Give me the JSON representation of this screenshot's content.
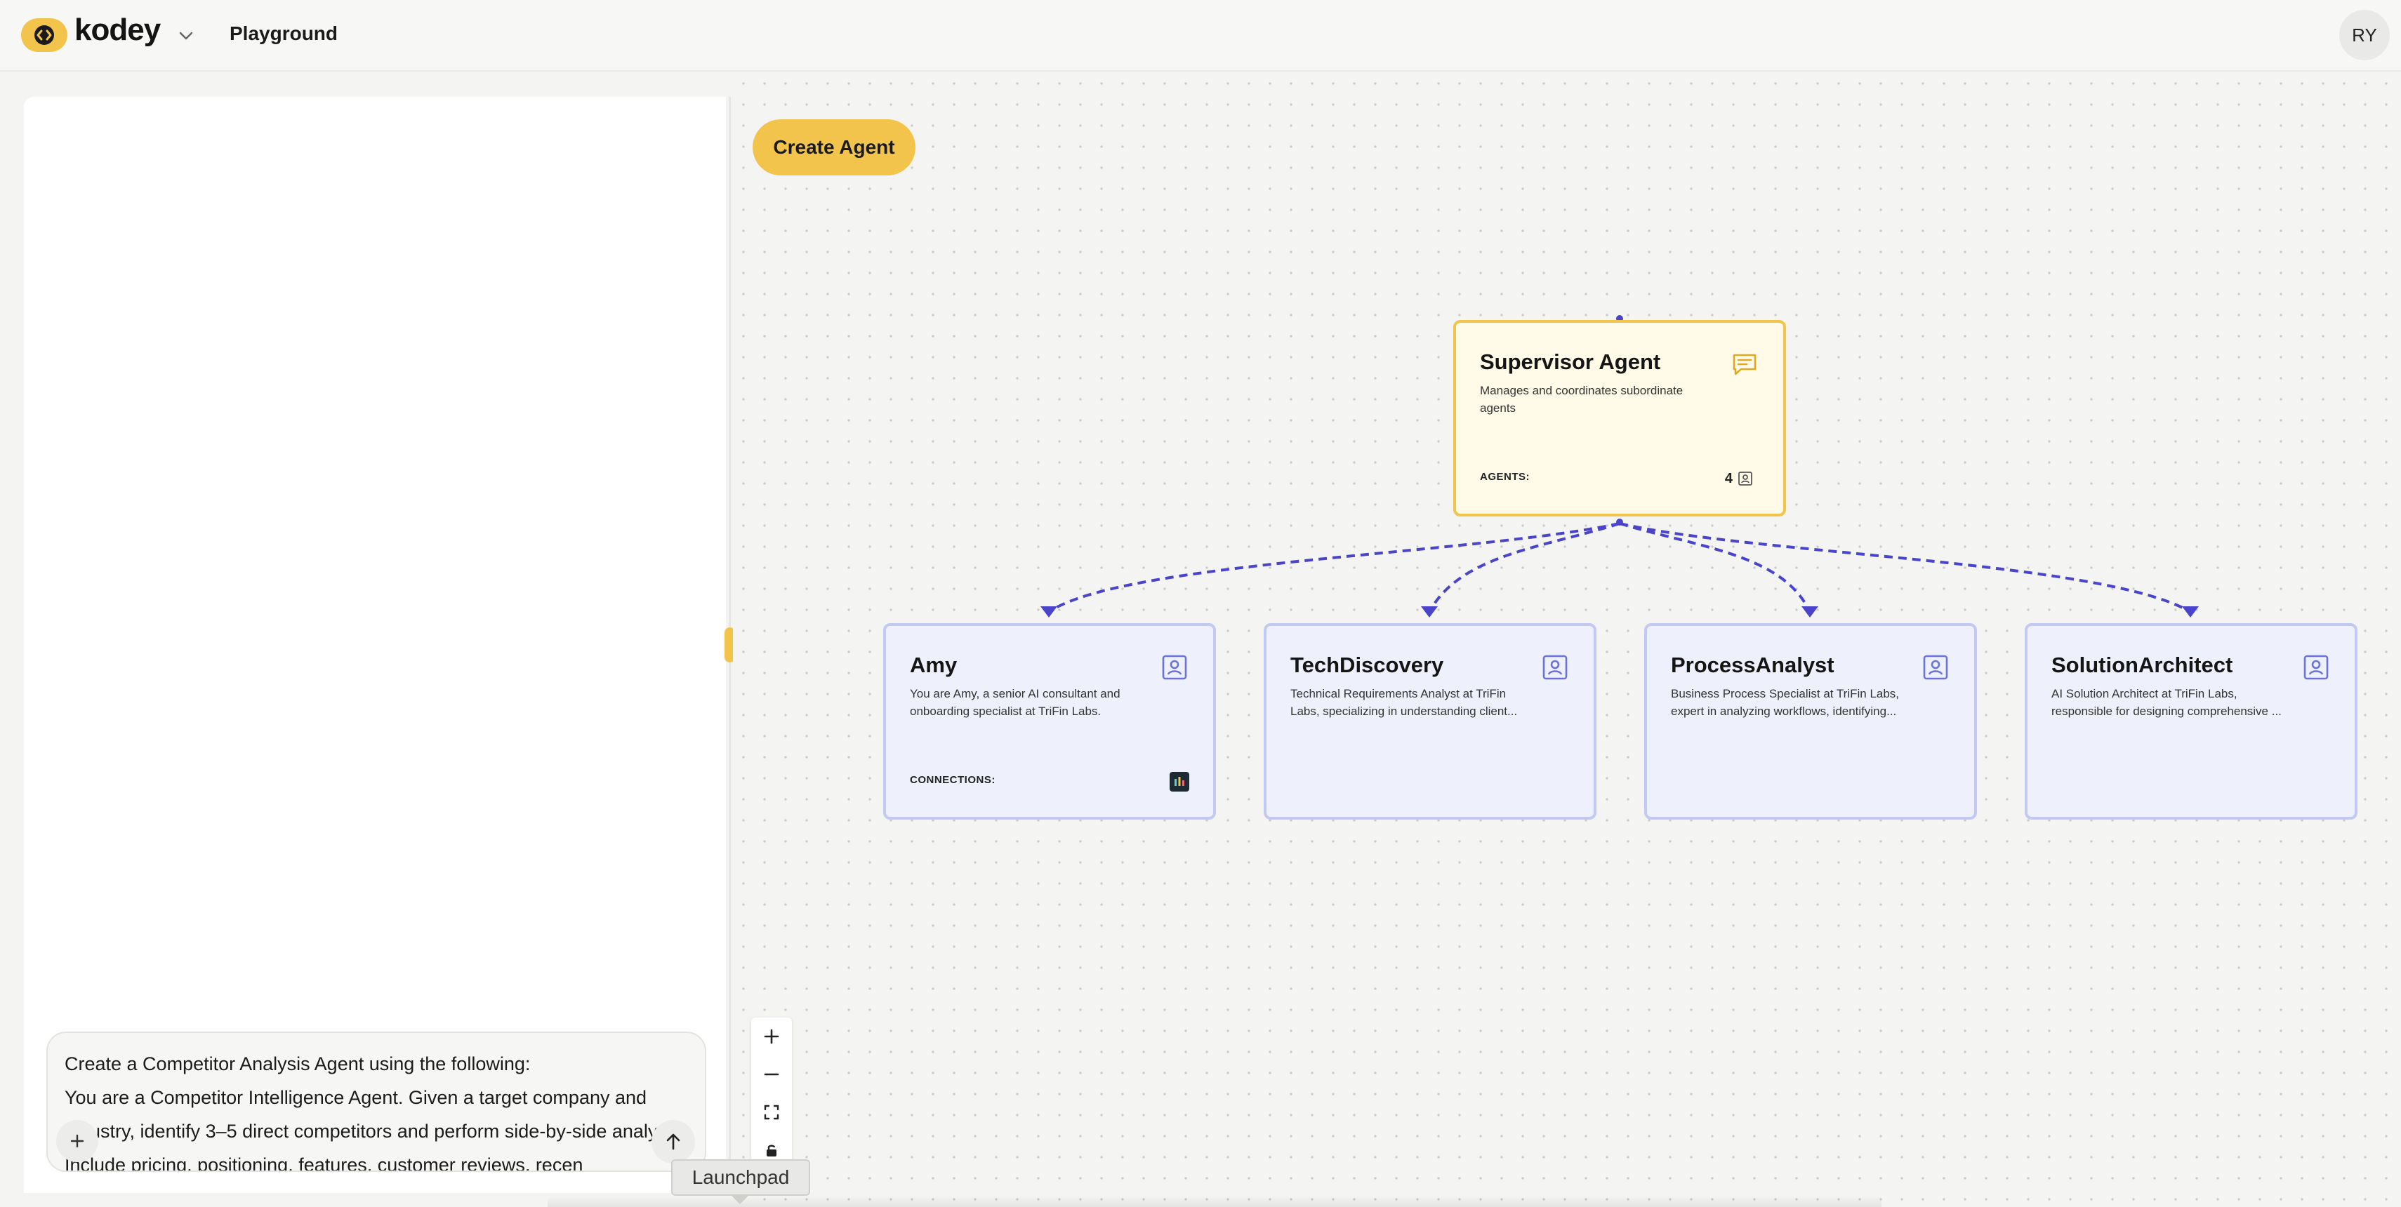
{
  "header": {
    "brand": "kodey",
    "app_title": "Playground",
    "avatar_initials": "RY"
  },
  "composer": {
    "text": "Create a Competitor Analysis Agent using the following:\nYou are a Competitor Intelligence Agent. Given a target company and industry, identify 3–5 direct competitors and perform side-by-side analysis. Include pricing, positioning, features, customer reviews, recen"
  },
  "canvas": {
    "create_agent_label": "Create Agent",
    "supervisor": {
      "title": "Supervisor Agent",
      "description": "Manages and coordinates subordinate agents",
      "agents_label": "AGENTS:",
      "agents_count": "4",
      "icon": "chat-icon"
    },
    "agents": [
      {
        "title": "Amy",
        "description": "You are Amy, a senior AI consultant and onboarding specialist at TriFin Labs.",
        "connections_label": "CONNECTIONS:",
        "icon": "user-card-icon"
      },
      {
        "title": "TechDiscovery",
        "description": "Technical Requirements Analyst at TriFin Labs, specializing in understanding client...",
        "icon": "user-card-icon"
      },
      {
        "title": "ProcessAnalyst",
        "description": "Business Process Specialist at TriFin Labs, expert in analyzing workflows, identifying...",
        "icon": "user-card-icon"
      },
      {
        "title": "SolutionArchitect",
        "description": "AI Solution Architect at TriFin Labs, responsible for designing comprehensive ...",
        "icon": "user-card-icon"
      }
    ],
    "edge_color": "#4a44cc",
    "accent_color": "#f2c44b"
  },
  "tooltip": {
    "label": "Launchpad"
  }
}
